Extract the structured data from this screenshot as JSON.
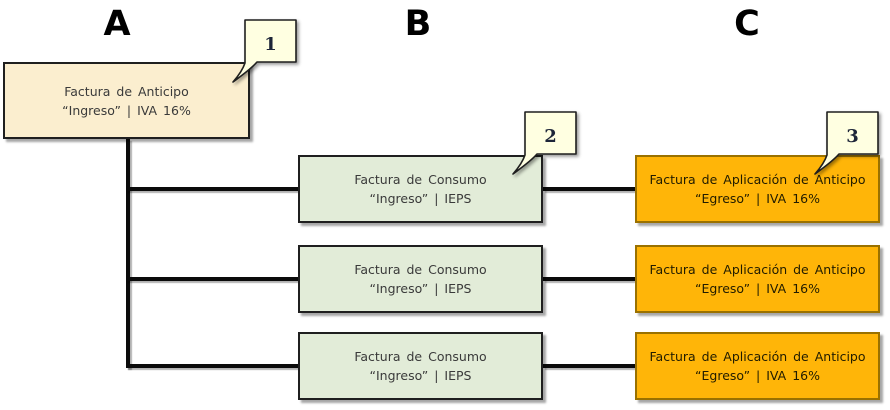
{
  "headers": {
    "a": "A",
    "b": "B",
    "c": "C"
  },
  "callouts": {
    "n1": "1",
    "n2": "2",
    "n3": "3"
  },
  "boxes": {
    "a1": {
      "line1": "Factura de Anticipo",
      "line2": "“Ingreso” | IVA 16%"
    },
    "b1": {
      "line1": "Factura de Consumo",
      "line2": "“Ingreso” | IEPS"
    },
    "b2": {
      "line1": "Factura de Consumo",
      "line2": "“Ingreso” | IEPS"
    },
    "b3": {
      "line1": "Factura de Consumo",
      "line2": "“Ingreso” | IEPS"
    },
    "c1": {
      "line1": "Factura de Aplicación de Anticipo",
      "line2": "“Egreso” | IVA 16%"
    },
    "c2": {
      "line1": "Factura de Aplicación de Anticipo",
      "line2": "“Egreso” | IVA 16%"
    },
    "c3": {
      "line1": "Factura de Aplicación de Anticipo",
      "line2": "“Egreso” | IVA 16%"
    }
  },
  "colors": {
    "advance_fill": "#FBEECF",
    "consumption_fill": "#E2ECD8",
    "application_fill": "#FFB508",
    "application_border": "#9A7100",
    "note_fill": "#FFFFE1",
    "connector": "#0B0B0B"
  }
}
